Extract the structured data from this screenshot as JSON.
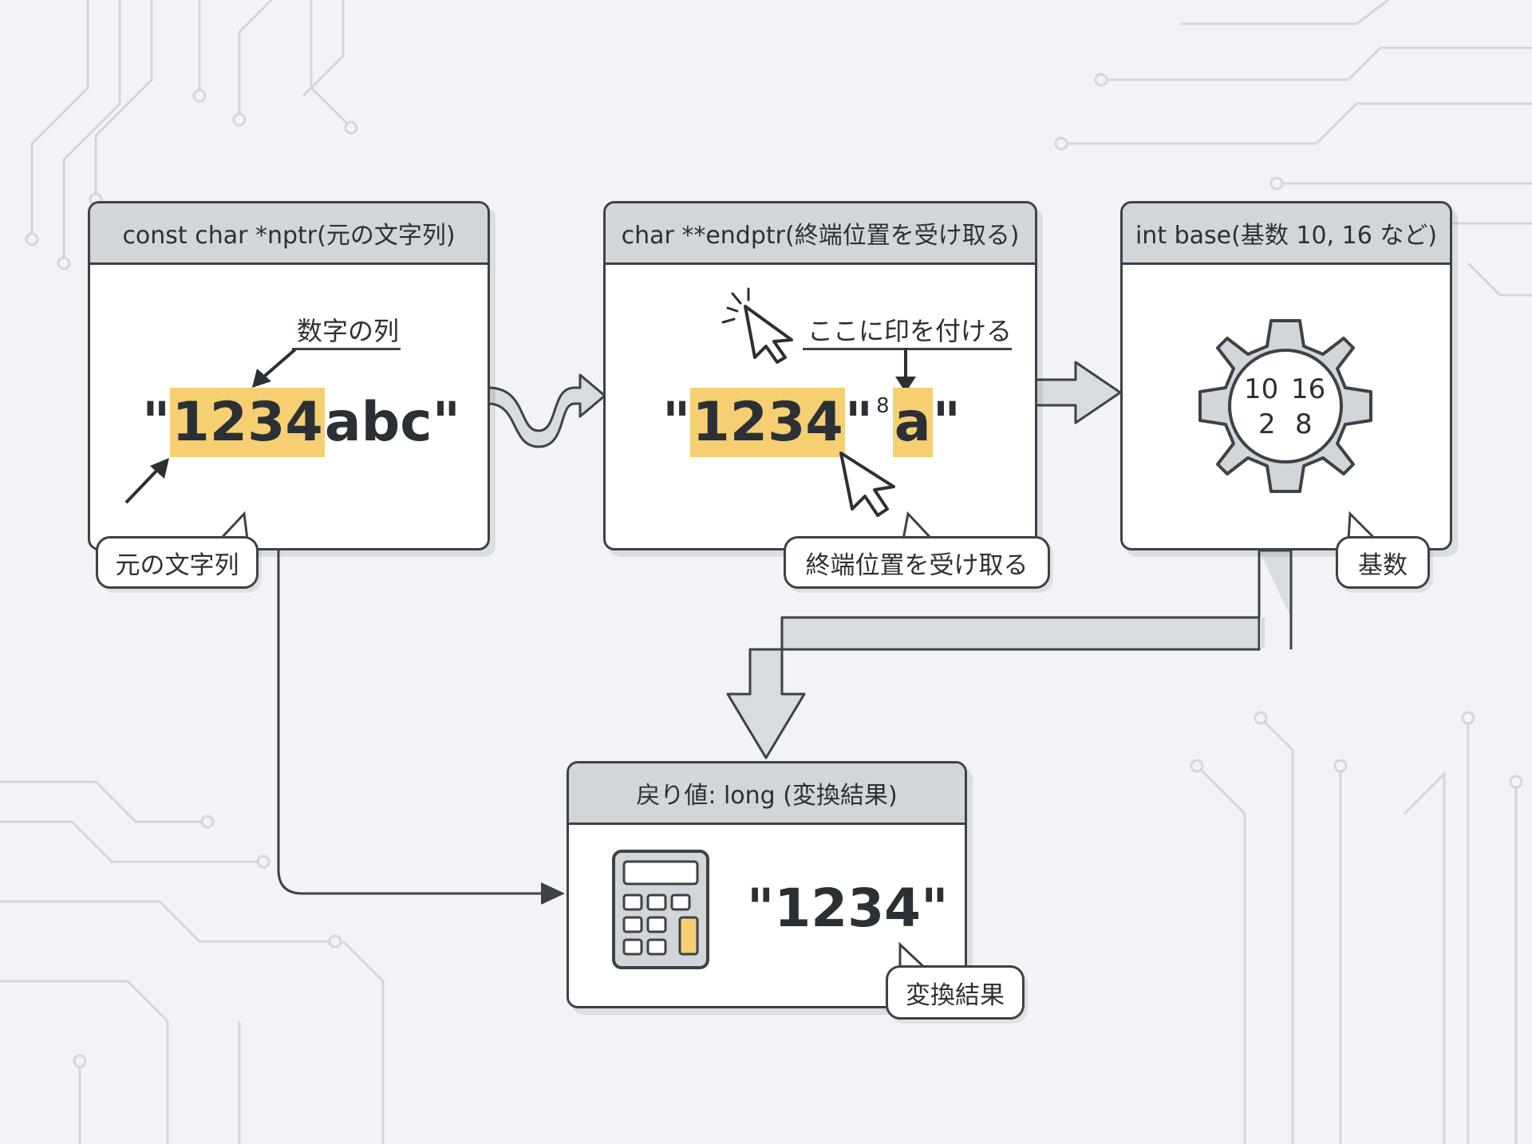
{
  "boxes": {
    "nptr": {
      "header": "const char *nptr(元の文字列)",
      "label": "数字の列",
      "str_open": "\"",
      "str_digits": "1234",
      "str_rest": "abc\"",
      "bubble": "元の文字列"
    },
    "endptr": {
      "header": "char **endptr(終端位置を受け取る)",
      "label": "ここに印を付ける",
      "str_open": "\"",
      "str_digits": "1234",
      "str_mid": "\"",
      "str_small": "8",
      "str_char": "a",
      "str_close": "\"",
      "bubble": "終端位置を受け取る"
    },
    "base": {
      "header": "int base(基数 10, 16 など)",
      "gear_values": [
        "10",
        "16",
        "2",
        "8"
      ],
      "bubble": "基数"
    },
    "result": {
      "header": "戻り値: long (変換結果)",
      "value": "\"1234\"",
      "bubble": "変換結果"
    }
  },
  "colors": {
    "highlight": "#f7cf73",
    "frame": "#3c4247",
    "header_fill": "#d3d6d9",
    "arrow_fill": "#d9dcdf",
    "background": "#f1f3f6"
  },
  "icons": [
    "gear-icon",
    "calculator-icon",
    "cursor-icon",
    "arrow-icon"
  ]
}
